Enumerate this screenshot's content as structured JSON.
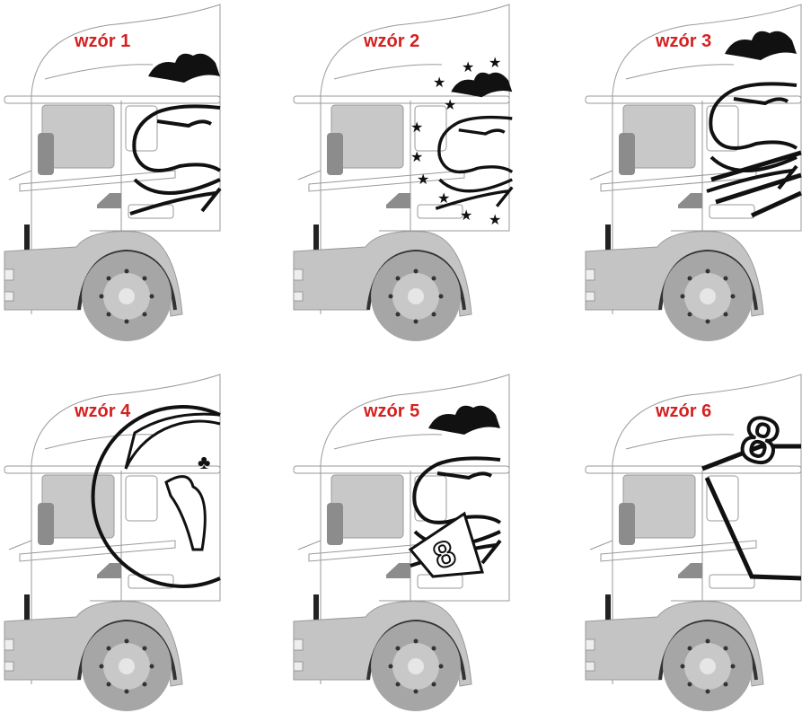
{
  "designs": [
    {
      "label": "wzór 1",
      "decal": "eagle-crown"
    },
    {
      "label": "wzór 2",
      "decal": "eagle-stars"
    },
    {
      "label": "wzór 3",
      "decal": "eagle-feathers"
    },
    {
      "label": "wzór 4",
      "decal": "griffin-circle"
    },
    {
      "label": "wzór 5",
      "decal": "eagle-eight"
    },
    {
      "label": "wzór 6",
      "decal": "eight-outline"
    }
  ],
  "colors": {
    "label": "#d42020",
    "decal": "#111111",
    "truck_grey": "#c4c4c4",
    "outline": "#9a9a9a"
  }
}
